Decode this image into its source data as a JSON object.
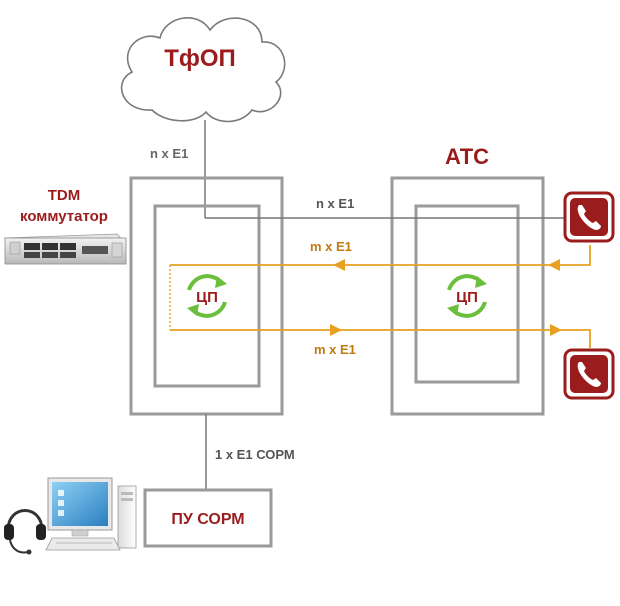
{
  "cloud_label": "ТфОП",
  "pstn_link_label": "n x E1",
  "ats_title": "АТС",
  "tdm_label_line1": "TDM",
  "tdm_label_line2": "коммутатор",
  "link_top_label": "n x E1",
  "link_mid_label": "m x E1",
  "link_bot_label": "m x E1",
  "cp_left_label": "ЦП",
  "cp_right_label": "ЦП",
  "sorm_link_label": "1 x E1 СОРМ",
  "sorm_box_label": "ПУ СОРМ",
  "colors": {
    "brand_red": "#9b1c1c",
    "orange": "#e8a020",
    "gray_line": "#777777",
    "box_border": "#9a9a9a",
    "green": "#6cbf3c"
  },
  "icons": [
    "cloud",
    "rack-switch",
    "phone-icon",
    "phone-icon",
    "cycle-arrows-icon",
    "computer-icon",
    "headset-icon"
  ]
}
